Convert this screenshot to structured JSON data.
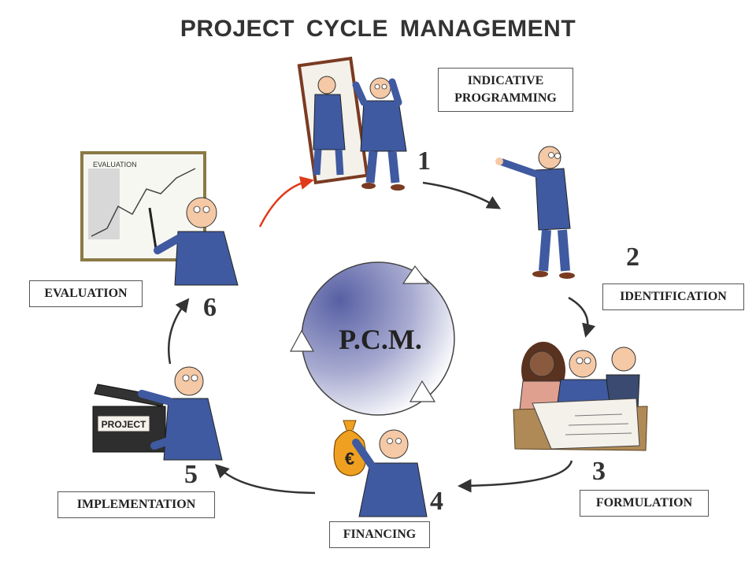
{
  "title": "PROJECT CYCLE MANAGEMENT",
  "center_label": "P.C.M.",
  "stages": [
    {
      "number": "1",
      "label": "INDICATIVE PROGRAMMING"
    },
    {
      "number": "2",
      "label": "IDENTIFICATION"
    },
    {
      "number": "3",
      "label": "FORMULATION"
    },
    {
      "number": "4",
      "label": "FINANCING"
    },
    {
      "number": "5",
      "label": "IMPLEMENTATION"
    },
    {
      "number": "6",
      "label": "EVALUATION"
    }
  ],
  "illustration_text": {
    "evaluation_board": "EVALUATION",
    "project_box": "PROJECT",
    "money_bag": "€"
  },
  "colors": {
    "suit": "#3f5aa0",
    "highlight_arrow": "#e03a1a",
    "arrow": "#333333",
    "circle_dark": "#5b64a8",
    "circle_light": "#ffffff"
  }
}
